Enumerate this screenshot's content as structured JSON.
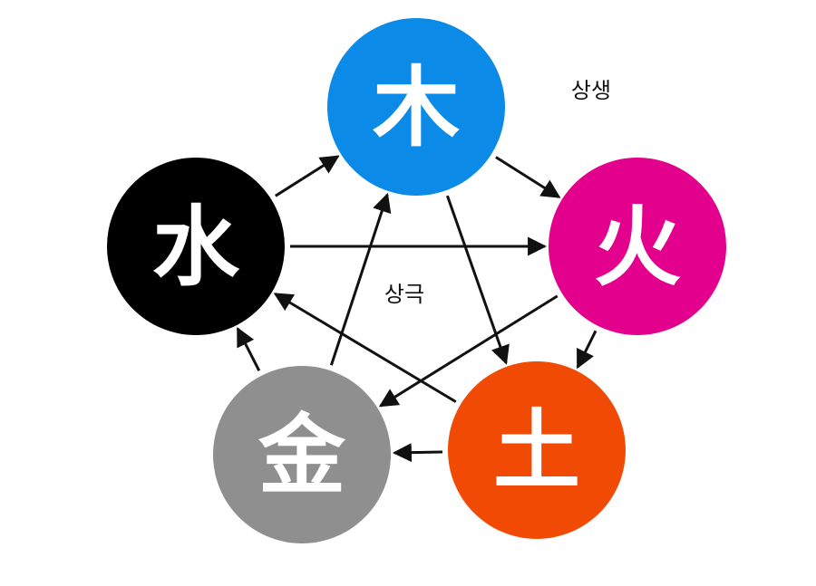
{
  "nodes": [
    {
      "id": "wood",
      "char": "木",
      "color": "#0b8ae8",
      "text_color": "#ffffff"
    },
    {
      "id": "fire",
      "char": "火",
      "color": "#e2008c",
      "text_color": "#ffffff"
    },
    {
      "id": "earth",
      "char": "土",
      "color": "#f04a04",
      "text_color": "#ffffff"
    },
    {
      "id": "metal",
      "char": "金",
      "color": "#8f8f8f",
      "text_color": "#ffffff"
    },
    {
      "id": "water",
      "char": "水",
      "color": "#000000",
      "text_color": "#ffffff"
    }
  ],
  "labels": {
    "generating": "상생",
    "controlling": "상극"
  },
  "generating_cycle": [
    {
      "from": "wood",
      "to": "fire"
    },
    {
      "from": "fire",
      "to": "earth"
    },
    {
      "from": "earth",
      "to": "metal"
    },
    {
      "from": "metal",
      "to": "water"
    },
    {
      "from": "water",
      "to": "wood"
    }
  ],
  "controlling_cycle": [
    {
      "from": "wood",
      "to": "earth"
    },
    {
      "from": "earth",
      "to": "water"
    },
    {
      "from": "water",
      "to": "fire"
    },
    {
      "from": "fire",
      "to": "metal"
    },
    {
      "from": "metal",
      "to": "wood"
    }
  ],
  "arrow_color": "#111111"
}
